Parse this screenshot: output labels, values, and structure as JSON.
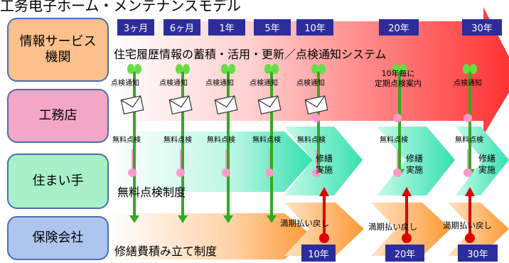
{
  "header": {
    "title": "工务电子ホーム・メンテナンスモデル"
  },
  "actors": [
    {
      "id": "info",
      "label": "情報サービス\n機関",
      "fill": "#fbc08c"
    },
    {
      "id": "builder",
      "label": "工務店",
      "fill": "#f4a6c6"
    },
    {
      "id": "resident",
      "label": "住まい手",
      "fill": "#a8f0c8"
    },
    {
      "id": "insurer",
      "label": "保険会社",
      "fill": "#aec6ef"
    }
  ],
  "periods": [
    "3ヶ月",
    "6ヶ月",
    "1年",
    "5年",
    "10年",
    "20年",
    "30年"
  ],
  "lanes": {
    "info": "住宅履歴情報の蓄積・活用・更新／点検通知システム",
    "resident": "無料点検制度",
    "insurer": "修繕費積み立て制度"
  },
  "notice_label": "点検通知",
  "notice_special": "10年毎に\n定期点検案内",
  "inspection_label": "無料点検",
  "repair_label": "修繕\n実施",
  "maturity_label": "満期払い戻し",
  "maturity_years": [
    "10年",
    "20年",
    "30年"
  ],
  "colors": {
    "period_box": "#2c2c9c",
    "notice_arrow": "#33aa22",
    "inspection_pin": "#ff99cc",
    "maturity_arrow": "#dd0000",
    "info_band": "#ff3333",
    "resident_band": "#33e0b0",
    "insurer_band": "#ff9933"
  },
  "icons": {
    "envelope": "envelope-icon",
    "pin": "pin-icon",
    "arrow": "arrow-icon"
  }
}
